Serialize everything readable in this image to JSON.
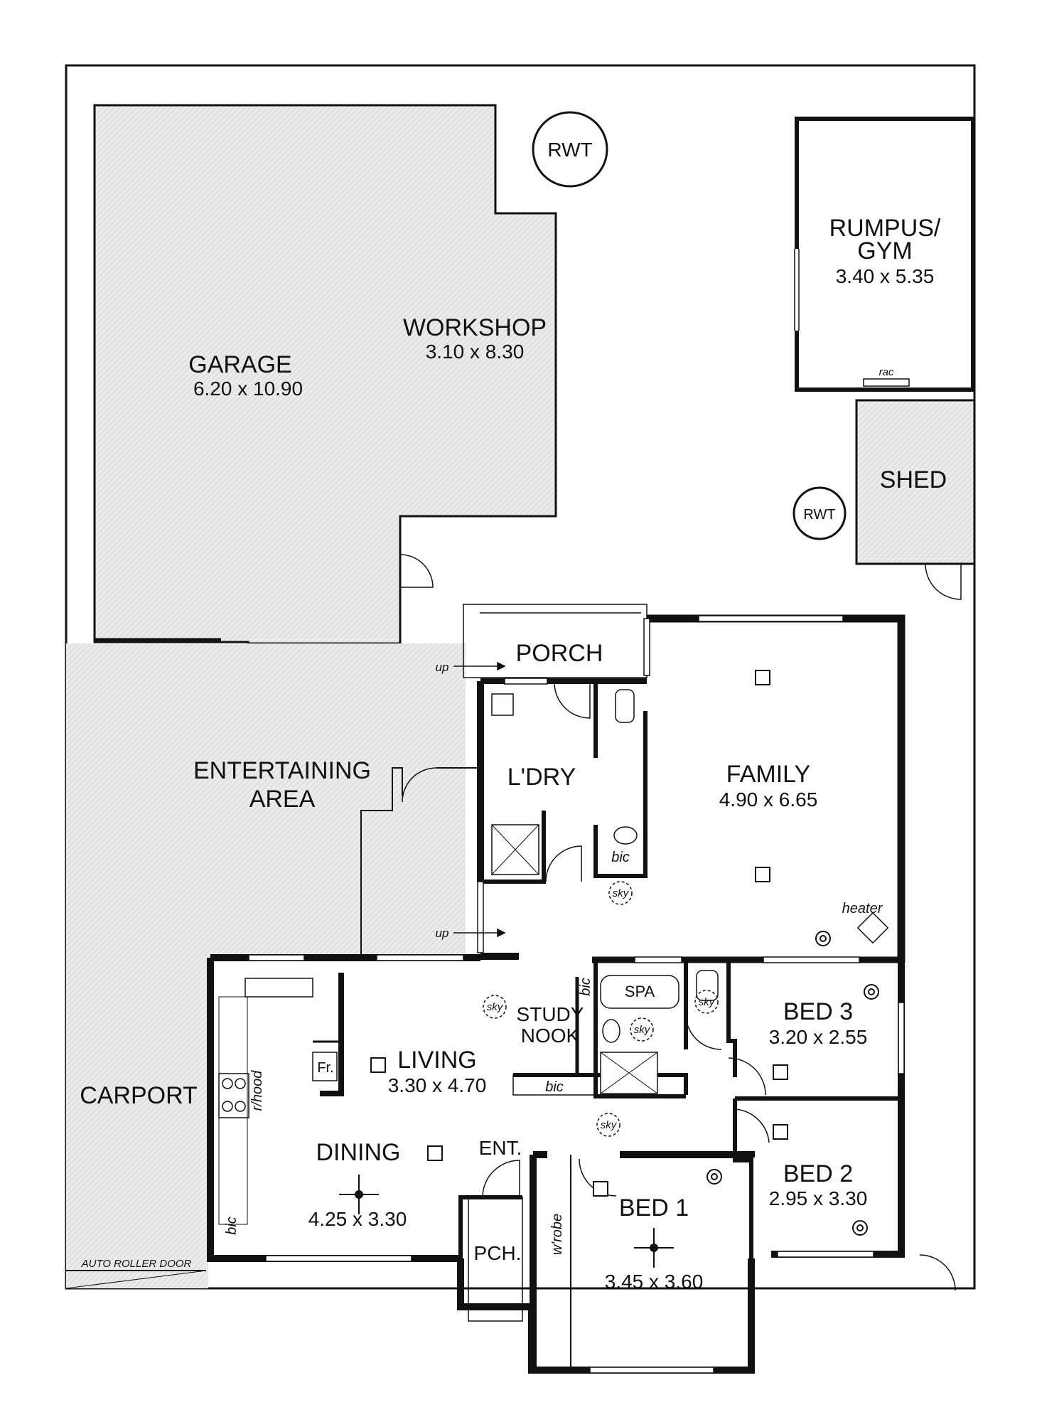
{
  "rooms": {
    "garage": {
      "name": "GARAGE",
      "dims": "6.20 x 10.90"
    },
    "workshop": {
      "name": "WORKSHOP",
      "dims": "3.10 x 8.30"
    },
    "rumpus": {
      "name_line1": "RUMPUS/",
      "name_line2": "GYM",
      "dims": "3.40 x 5.35"
    },
    "shed": {
      "name": "SHED"
    },
    "porch": {
      "name": "PORCH"
    },
    "laundry": {
      "name": "L'DRY"
    },
    "family": {
      "name": "FAMILY",
      "dims": "4.90 x 6.65"
    },
    "entertaining": {
      "name_line1": "ENTERTAINING",
      "name_line2": "AREA"
    },
    "carport": {
      "name": "CARPORT"
    },
    "living": {
      "name": "LIVING",
      "dims": "3.30 x 4.70"
    },
    "study": {
      "name_line1": "STUDY",
      "name_line2": "NOOK"
    },
    "dining": {
      "name": "DINING",
      "dims": "4.25 x 3.30"
    },
    "entry": {
      "name": "ENT."
    },
    "porch_front": {
      "name": "PCH."
    },
    "bed1": {
      "name": "BED 1",
      "dims": "3.45 x 3.60"
    },
    "bed2": {
      "name": "BED 2",
      "dims": "2.95 x 3.30"
    },
    "bed3": {
      "name": "BED 3",
      "dims": "3.20 x 2.55"
    },
    "spa": {
      "name": "SPA"
    }
  },
  "annotations": {
    "rwt": "RWT",
    "rac": "rac",
    "up": "up",
    "bic": "bic",
    "sky": "sky",
    "heater": "heater",
    "fridge": "Fr.",
    "rangehood": "r/hood",
    "wardrobe": "w'robe",
    "roller_door": "AUTO ROLLER DOOR"
  },
  "colors": {
    "wall": "#111111",
    "outdoor_fill": "#e8e8e8",
    "background": "#ffffff"
  }
}
